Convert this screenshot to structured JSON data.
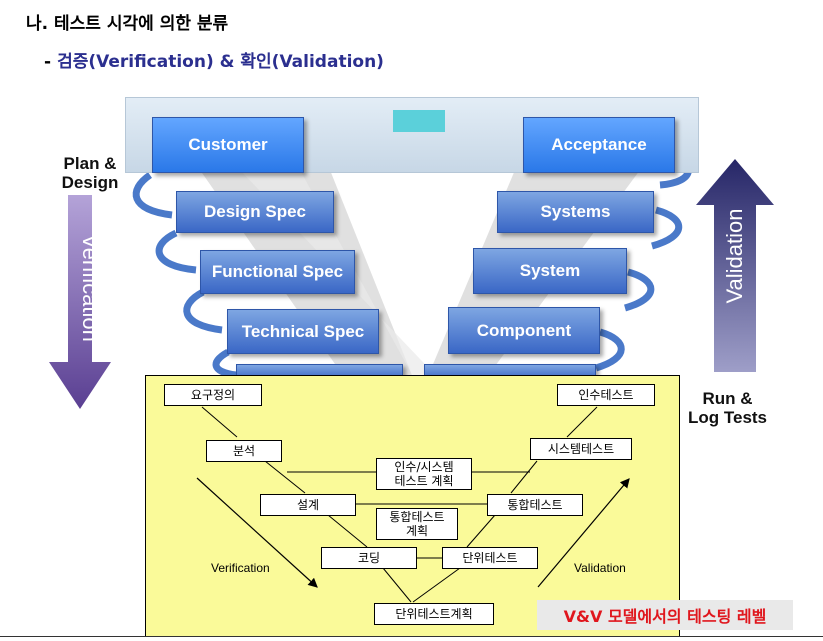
{
  "heading": "나. 테스트 시각에 의한 분류",
  "subheading": {
    "dash": "-",
    "text": "검증(Verification) & 확인(Validation)"
  },
  "v_model": {
    "left_boxes": [
      "Customer",
      "Design Spec",
      "Functional Spec",
      "Technical Spec"
    ],
    "right_boxes": [
      "Acceptance",
      "Systems",
      "System",
      "Component"
    ],
    "left_label": [
      "Plan &",
      "Design"
    ],
    "right_label": [
      "Run &",
      "Log Tests"
    ],
    "left_arrow_text": "Verification",
    "right_arrow_text": "Validation",
    "colors": {
      "box_top": "#2a78e8",
      "box": "#3a67c6",
      "left_arrow": "#6a4fa2",
      "right_arrow": "#2f2f72",
      "band": "#d4e1ee"
    }
  },
  "inner_diagram": {
    "left_boxes": [
      "요구정의",
      "분석",
      "설계",
      "코딩"
    ],
    "right_boxes": [
      "인수테스트",
      "시스템테스트",
      "통합테스트",
      "단위테스트"
    ],
    "bottom_box": "단위테스트계획",
    "center_boxes": [
      {
        "line1": "인수/시스템",
        "line2": "테스트 계획"
      },
      {
        "line1": "통합테스트",
        "line2": "계획"
      }
    ],
    "verification_label": "Verification",
    "validation_label": "Validation",
    "background": "#fafa99"
  },
  "caption": "V&V 모델에서의 테스팅 레벨",
  "caption_color": "#e0161d"
}
